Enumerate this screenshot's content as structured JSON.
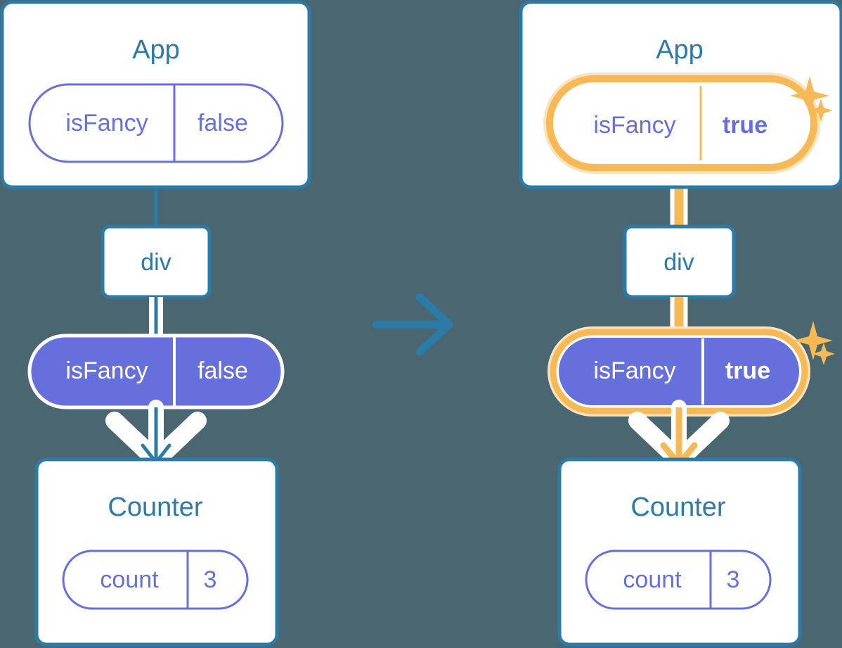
{
  "background_color": "#4a6670",
  "colors": {
    "card_border": "#2b7ba8",
    "card_fill": "#ffffff",
    "title_text": "#2b7ba8",
    "pill_outline_stroke": "#6670dd",
    "pill_outline_text": "#6670dd",
    "pill_solid_fill": "#6670dd",
    "pill_solid_text": "#ffffff",
    "highlight": "#f7b955",
    "highlight_light": "#fbcd82",
    "highlight_glow": "#fce3bb",
    "arrow_blue": "#2b7ba8",
    "arrow_white": "#ffffff",
    "faded_line_blue": "#d6def2",
    "faded_line_orange": "#fdeccd"
  },
  "transition_arrow": {
    "icon": "arrow-right-icon",
    "color": "#2b7ba8"
  },
  "panels": [
    {
      "id": "before",
      "app_card": {
        "title": "App",
        "pill": {
          "key": "isFancy",
          "value": "false",
          "style": "outline",
          "highlighted": false,
          "bold_value": false
        }
      },
      "div_node": {
        "label": "div"
      },
      "prop_pill": {
        "key": "isFancy",
        "value": "false",
        "style": "solid",
        "highlighted": false,
        "bold_value": false
      },
      "counter_card": {
        "title": "Counter",
        "pill": {
          "key": "count",
          "value": "3",
          "style": "outline",
          "highlighted": false,
          "bold_value": false
        }
      },
      "sparkles": false,
      "flow_color": "#2b7ba8"
    },
    {
      "id": "after",
      "app_card": {
        "title": "App",
        "pill": {
          "key": "isFancy",
          "value": "true",
          "style": "outline",
          "highlighted": true,
          "bold_value": true
        }
      },
      "div_node": {
        "label": "div"
      },
      "prop_pill": {
        "key": "isFancy",
        "value": "true",
        "style": "solid",
        "highlighted": true,
        "bold_value": true
      },
      "counter_card": {
        "title": "Counter",
        "pill": {
          "key": "count",
          "value": "3",
          "style": "outline",
          "highlighted": false,
          "bold_value": false
        }
      },
      "sparkles": true,
      "flow_color": "#f7b955"
    }
  ]
}
